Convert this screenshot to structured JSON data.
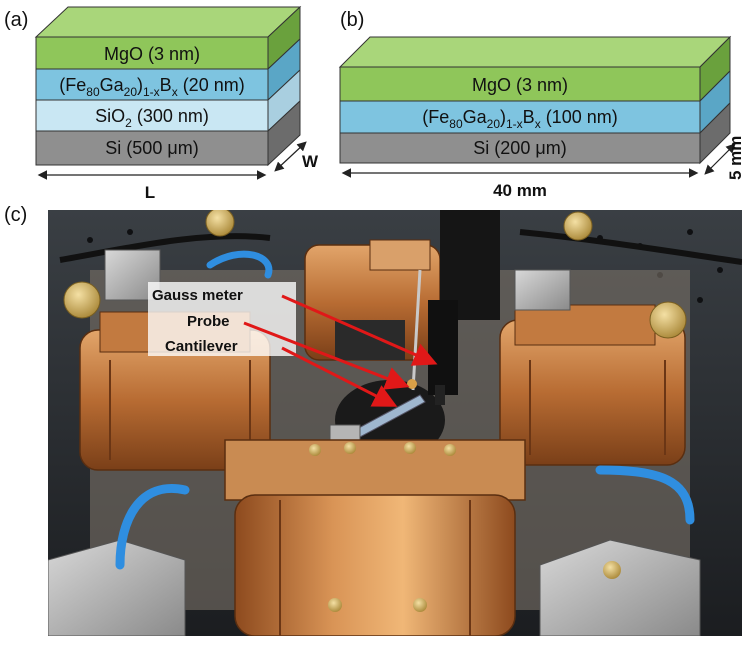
{
  "panels": {
    "a": {
      "label": "(a)",
      "layers": {
        "mgo": {
          "text": "MgO (3 nm)"
        },
        "fegab": {
          "main": "(Fe",
          "s1": "80",
          "m2": "Ga",
          "s2": "20",
          "m3": ")",
          "s3": "1-x",
          "m4": "B",
          "s4": "x",
          "tail": " (20 nm)"
        },
        "sio2": {
          "main": "SiO",
          "s1": "2",
          "tail": " (300 nm)"
        },
        "si": {
          "text": "Si (500 μm)"
        }
      },
      "dim_length": "L",
      "dim_width": "W"
    },
    "b": {
      "label": "(b)",
      "layers": {
        "mgo": {
          "text": "MgO (3 nm)"
        },
        "fegab": {
          "main": "(Fe",
          "s1": "80",
          "m2": "Ga",
          "s2": "20",
          "m3": ")",
          "s3": "1-x",
          "m4": "B",
          "s4": "x",
          "tail": " (100 nm)"
        },
        "si": {
          "text": "Si (200 μm)"
        }
      },
      "dim_length": "40 mm",
      "dim_width": "5 mm"
    },
    "c": {
      "label": "(c)",
      "callouts": {
        "gauss": "Gauss meter",
        "probe": "Probe",
        "cantilever": "Cantilever"
      }
    }
  },
  "colors": {
    "mgo": "#8fc65a",
    "fegab": "#7ec4e0",
    "sio2": "#c9e7f3",
    "si": "#8f8f8f",
    "arrow": "#e01818",
    "copper": "#c8763a",
    "metal": "#a9a9a9"
  }
}
